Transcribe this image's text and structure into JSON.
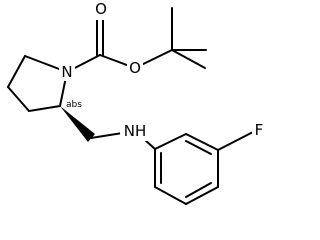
{
  "molecule": {
    "atoms": {
      "ring_nitrogen": "N",
      "carbonyl_oxygen": "O",
      "ester_oxygen": "O",
      "amine_nh": "NH",
      "fluorine": "F"
    },
    "stereo_annotation": "abs"
  }
}
